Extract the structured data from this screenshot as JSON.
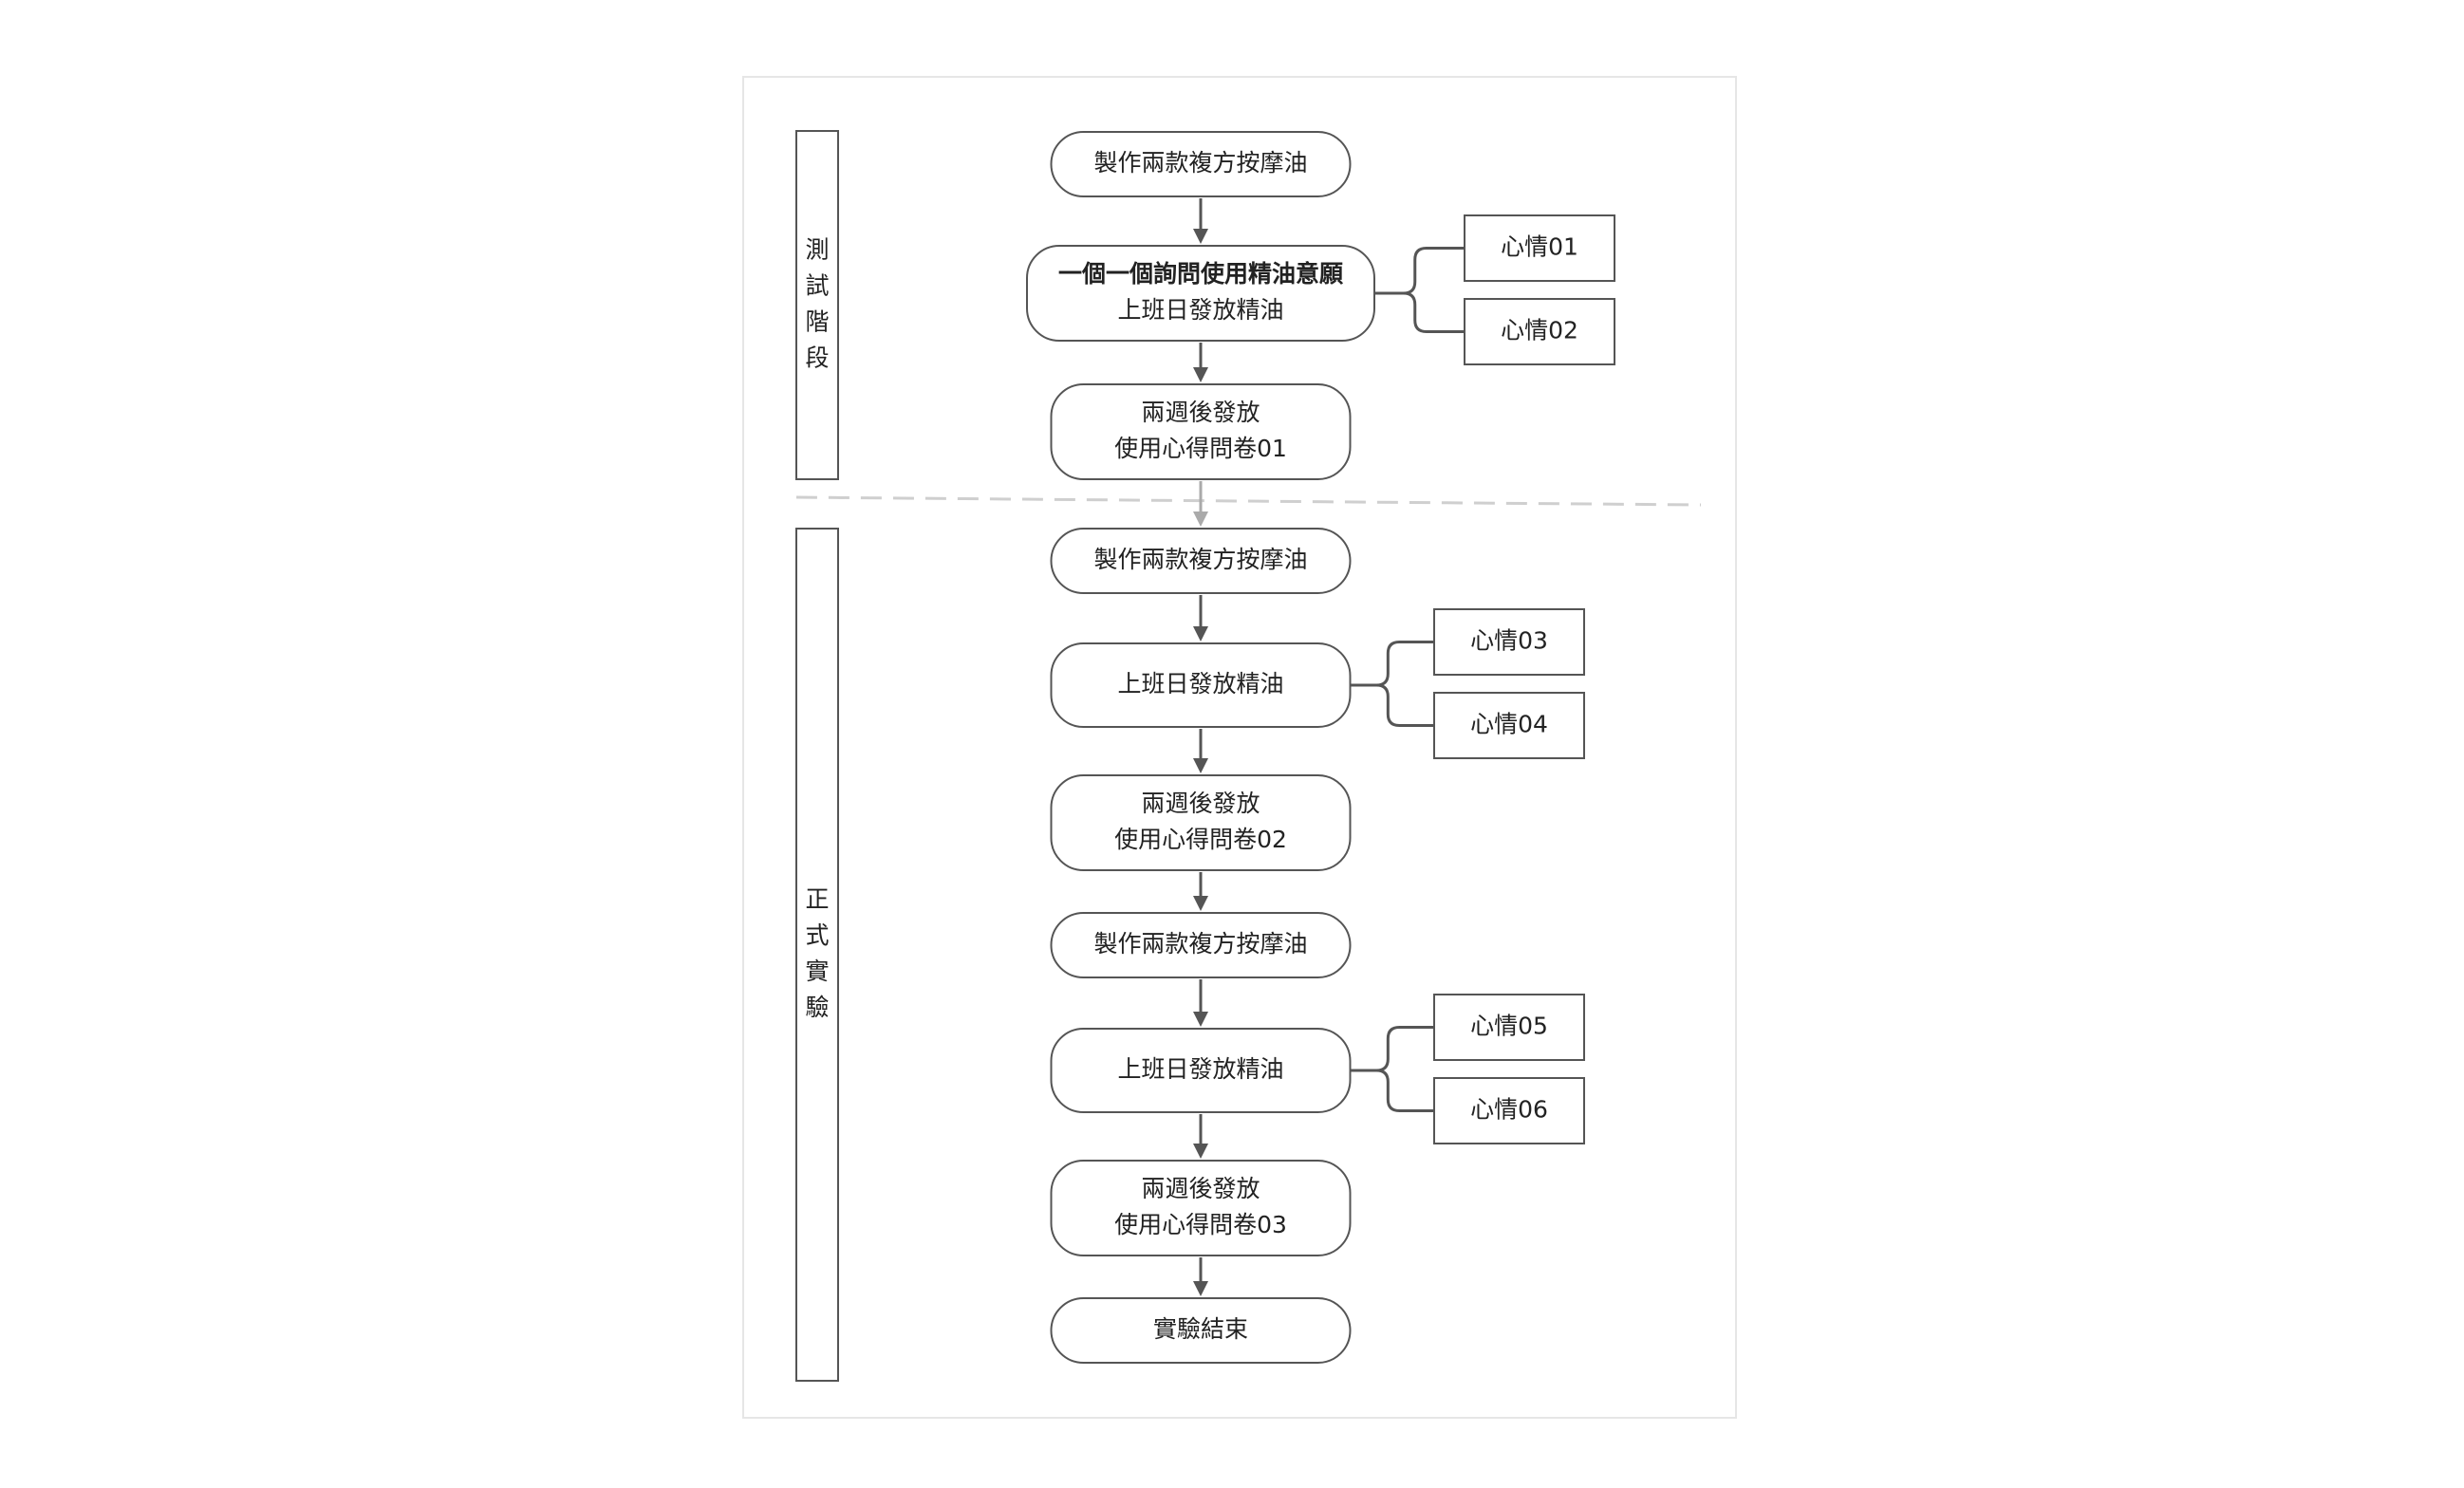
{
  "phases": [
    {
      "id": "test",
      "label": "測試階段"
    },
    {
      "id": "formal",
      "label": "正式實驗"
    }
  ],
  "nodes": [
    {
      "id": "n1",
      "lines": [
        {
          "text": "製作兩款複方按摩油",
          "bold": false
        }
      ]
    },
    {
      "id": "n2",
      "lines": [
        {
          "text": "一個一個詢問使用精油意願",
          "bold": true
        },
        {
          "text": "上班日發放精油",
          "bold": false
        }
      ]
    },
    {
      "id": "n3",
      "lines": [
        {
          "text": "兩週後發放",
          "bold": false
        },
        {
          "text": "使用心得問卷01",
          "bold": false
        }
      ]
    },
    {
      "id": "n4",
      "lines": [
        {
          "text": "製作兩款複方按摩油",
          "bold": false
        }
      ]
    },
    {
      "id": "n5",
      "lines": [
        {
          "text": "上班日發放精油",
          "bold": false
        }
      ]
    },
    {
      "id": "n6",
      "lines": [
        {
          "text": "兩週後發放",
          "bold": false
        },
        {
          "text": "使用心得問卷02",
          "bold": false
        }
      ]
    },
    {
      "id": "n7",
      "lines": [
        {
          "text": "製作兩款複方按摩油",
          "bold": false
        }
      ]
    },
    {
      "id": "n8",
      "lines": [
        {
          "text": "上班日發放精油",
          "bold": false
        }
      ]
    },
    {
      "id": "n9",
      "lines": [
        {
          "text": "兩週後發放",
          "bold": false
        },
        {
          "text": "使用心得問卷03",
          "bold": false
        }
      ]
    },
    {
      "id": "n10",
      "lines": [
        {
          "text": "實驗結束",
          "bold": false
        }
      ]
    }
  ],
  "moods": [
    {
      "id": "m1",
      "label": "心情01",
      "parent": "n2"
    },
    {
      "id": "m2",
      "label": "心情02",
      "parent": "n2"
    },
    {
      "id": "m3",
      "label": "心情03",
      "parent": "n5"
    },
    {
      "id": "m4",
      "label": "心情04",
      "parent": "n5"
    },
    {
      "id": "m5",
      "label": "心情05",
      "parent": "n8"
    },
    {
      "id": "m6",
      "label": "心情06",
      "parent": "n8"
    }
  ],
  "edges": [
    {
      "from": "n1",
      "to": "n2",
      "style": "solid"
    },
    {
      "from": "n2",
      "to": "n3",
      "style": "solid"
    },
    {
      "from": "n3",
      "to": "n4",
      "style": "phase-transition"
    },
    {
      "from": "n4",
      "to": "n5",
      "style": "solid"
    },
    {
      "from": "n5",
      "to": "n6",
      "style": "solid"
    },
    {
      "from": "n6",
      "to": "n7",
      "style": "solid"
    },
    {
      "from": "n7",
      "to": "n8",
      "style": "solid"
    },
    {
      "from": "n8",
      "to": "n9",
      "style": "solid"
    },
    {
      "from": "n9",
      "to": "n10",
      "style": "solid"
    }
  ]
}
